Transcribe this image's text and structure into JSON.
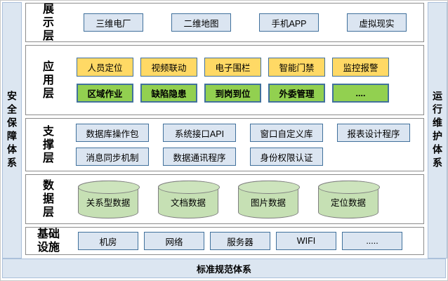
{
  "frame": {
    "left_bar": "安全保障体系",
    "right_bar": "运行维护体系",
    "bottom_bar": "标准规范体系"
  },
  "colors": {
    "panel_blue": "#dce6f1",
    "node_blue_fill": "#dbe5f1",
    "node_yellow_fill": "#ffd965",
    "node_green_fill": "#92d050",
    "node_border_blue": "#41719c",
    "cylinder_fill": "#c6e0b4",
    "cylinder_top_fill": "#cde4bd",
    "cylinder_border": "#7f7f7f",
    "layer_border": "#8c8c8c"
  },
  "layers": [
    {
      "id": "presentation",
      "label": "展示层",
      "label_lines": [
        "展",
        "示",
        "层"
      ],
      "rows": [
        {
          "style": "blue",
          "items": [
            "三维电厂",
            "二维地图",
            "手机APP",
            "虚拟现实"
          ]
        }
      ]
    },
    {
      "id": "application",
      "label": "应用层",
      "label_lines": [
        "应",
        "用",
        "层"
      ],
      "rows": [
        {
          "style": "yellow",
          "items": [
            "人员定位",
            "视频联动",
            "电子围栏",
            "智能门禁",
            "监控报警"
          ]
        },
        {
          "style": "green",
          "items": [
            "区域作业",
            "缺陷隐患",
            "到岗到位",
            "外委管理",
            "...."
          ]
        }
      ]
    },
    {
      "id": "support",
      "label": "支撑层",
      "label_lines": [
        "支",
        "撑",
        "层"
      ],
      "rows": [
        {
          "style": "blue",
          "items": [
            "数据库操作包",
            "系统接口API",
            "窗口自定义库",
            "报表设计程序"
          ]
        },
        {
          "style": "blue",
          "items": [
            "消息同步机制",
            "数据通讯程序",
            "身份权限认证"
          ]
        }
      ]
    },
    {
      "id": "data",
      "label": "数据层",
      "label_lines": [
        "数",
        "据",
        "层"
      ],
      "rows": [
        {
          "style": "cylinder",
          "items": [
            "关系型数据",
            "文档数据",
            "图片数据",
            "定位数据"
          ]
        }
      ]
    },
    {
      "id": "infrastructure",
      "label": "基础设施",
      "label_lines": [
        "基础",
        "设施"
      ],
      "rows": [
        {
          "style": "blue",
          "items": [
            "机房",
            "网络",
            "服务器",
            "WIFI",
            "....."
          ]
        }
      ]
    }
  ]
}
